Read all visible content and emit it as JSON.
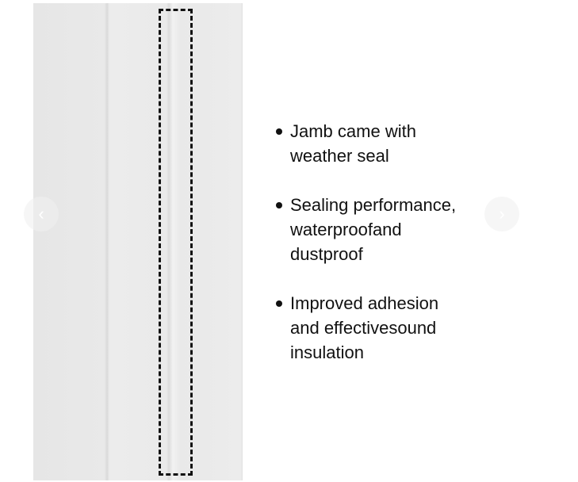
{
  "bullets": [
    {
      "lines": [
        "Jamb came with",
        "weather seal"
      ]
    },
    {
      "lines": [
        "Sealing performance,",
        "waterproofand",
        "dustproof"
      ]
    },
    {
      "lines": [
        "Improved adhesion",
        "and effectivesound",
        "insulation"
      ]
    }
  ],
  "carousel": {
    "prev_icon": "‹",
    "next_icon": "›"
  }
}
